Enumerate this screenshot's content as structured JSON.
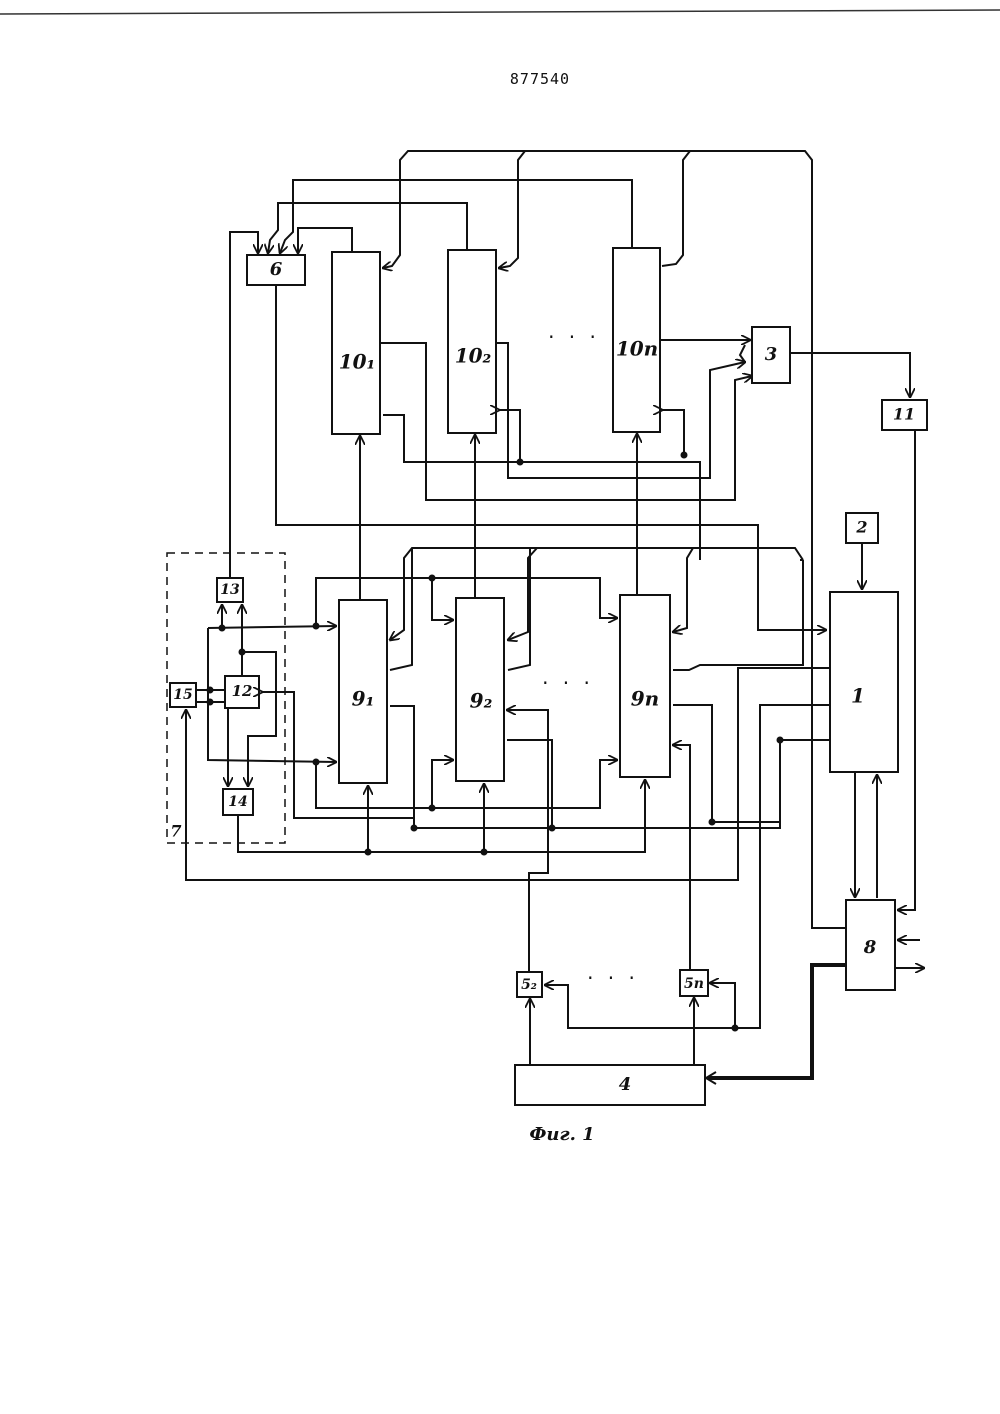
{
  "document": {
    "patent_number": "877540",
    "caption": "Фиг. 1"
  },
  "blocks": {
    "b1": "1",
    "b2": "2",
    "b3": "3",
    "b4": "4",
    "b5_2": "5₂",
    "b5_n": "5п",
    "b6": "6",
    "b7": "7",
    "b8": "8",
    "b9_1": "9₁",
    "b9_2": "9₂",
    "b9_n": "9п",
    "b10_1": "10₁",
    "b10_2": "10₂",
    "b10_n": "10п",
    "b11": "11",
    "b12": "12",
    "b13": "13",
    "b14": "14",
    "b15": "15"
  },
  "ellipsis": {
    "top": "· · ·",
    "middle": "· · ·",
    "bottom": "· · ·"
  }
}
